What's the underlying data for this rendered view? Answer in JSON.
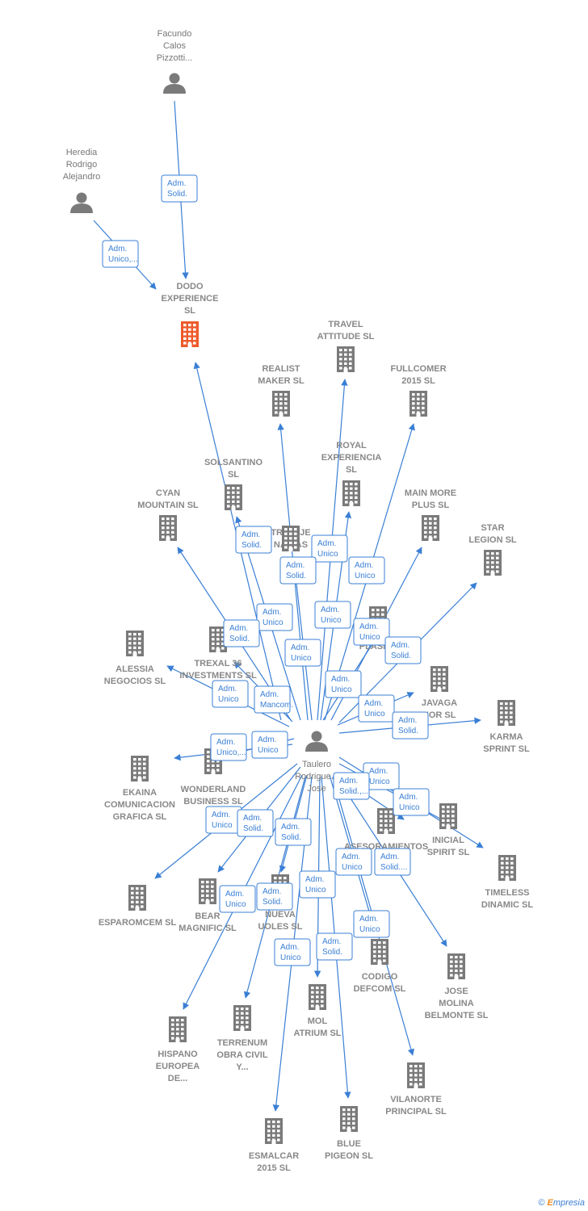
{
  "colors": {
    "edge": "#3a7fd5",
    "company": "#7a7a7a",
    "focus_company": "#ee5a2c",
    "person": "#7a7a7a"
  },
  "nodes": [
    {
      "id": "facundo",
      "kind": "person",
      "label": [
        "Facundo",
        "Calos",
        "Pizzotti..."
      ]
    },
    {
      "id": "heredia",
      "kind": "person",
      "label": [
        "Heredia",
        "Rodrigo",
        "Alejandro"
      ]
    },
    {
      "id": "dodo",
      "kind": "focus",
      "label": [
        "DODO",
        "EXPERIENCE",
        "SL"
      ]
    },
    {
      "id": "taulero",
      "kind": "person",
      "label": [
        "Taulero",
        "Rodrigue...",
        "Jose"
      ]
    },
    {
      "id": "travel",
      "kind": "company",
      "label": [
        "TRAVEL",
        "ATTITUDE  SL"
      ]
    },
    {
      "id": "realist",
      "kind": "company",
      "label": [
        "REALIST",
        "MAKER  SL"
      ]
    },
    {
      "id": "fullcomer",
      "kind": "company",
      "label": [
        "FULLCOMER",
        "2015  SL"
      ]
    },
    {
      "id": "royal",
      "kind": "company",
      "label": [
        "ROYAL",
        "EXPERIENCIA",
        "SL"
      ]
    },
    {
      "id": "solsantino",
      "kind": "company",
      "label": [
        "SOLSANTINO",
        "SL"
      ]
    },
    {
      "id": "cyan",
      "kind": "company",
      "label": [
        "CYAN",
        "MOUNTAIN  SL"
      ]
    },
    {
      "id": "mainmore",
      "kind": "company",
      "label": [
        "MAIN MORE",
        "PLUS  SL"
      ]
    },
    {
      "id": "star",
      "kind": "company",
      "label": [
        "STAR",
        "LEGION  SL"
      ]
    },
    {
      "id": "centre",
      "kind": "company",
      "label": [
        "TRE & JE",
        "NARIAS"
      ]
    },
    {
      "id": "plasma",
      "kind": "company",
      "label": [
        "PLASMA"
      ]
    },
    {
      "id": "alessia",
      "kind": "company",
      "label": [
        "ALESSIA",
        "NEGOCIOS  SL"
      ]
    },
    {
      "id": "trexal",
      "kind": "company",
      "label": [
        "TREXAL 36",
        "INVESTMENTS SL"
      ]
    },
    {
      "id": "javaga",
      "kind": "company",
      "label": [
        "JAVAGA",
        "YOR  SL"
      ]
    },
    {
      "id": "karma",
      "kind": "company",
      "label": [
        "KARMA",
        "SPRINT  SL"
      ]
    },
    {
      "id": "ekaina",
      "kind": "company",
      "label": [
        "EKAINA",
        "COMUNICACION",
        "GRAFICA  SL"
      ]
    },
    {
      "id": "wonderland",
      "kind": "company",
      "label": [
        "WONDERLAND",
        "BUSINESS  SL"
      ]
    },
    {
      "id": "inicial",
      "kind": "company",
      "label": [
        "INICIAL",
        "SPIRIT  SL"
      ]
    },
    {
      "id": "asesoramientos",
      "kind": "company",
      "label": [
        "ASESORAMIENTOS"
      ]
    },
    {
      "id": "timeless",
      "kind": "company",
      "label": [
        "TIMELESS",
        "DINAMIC  SL"
      ]
    },
    {
      "id": "esparomcem",
      "kind": "company",
      "label": [
        "ESPAROMCEM SL"
      ]
    },
    {
      "id": "bear",
      "kind": "company",
      "label": [
        "BEAR",
        "MAGNIFIC  SL"
      ]
    },
    {
      "id": "nuevaoles",
      "kind": "company",
      "label": [
        "NUEVA",
        "UOLES  SL"
      ]
    },
    {
      "id": "codigo",
      "kind": "company",
      "label": [
        "CODIGO",
        "DEFCOM  SL"
      ]
    },
    {
      "id": "josemolina",
      "kind": "company",
      "label": [
        "JOSE",
        "MOLINA",
        "BELMONTE  SL"
      ]
    },
    {
      "id": "hispano",
      "kind": "company",
      "label": [
        "HISPANO",
        "EUROPEA",
        "DE..."
      ]
    },
    {
      "id": "terrenum",
      "kind": "company",
      "label": [
        "TERRENUM",
        "OBRA CIVIL",
        "Y..."
      ]
    },
    {
      "id": "mol",
      "kind": "company",
      "label": [
        "MOL",
        "ATRIUM  SL"
      ]
    },
    {
      "id": "vilanorte",
      "kind": "company",
      "label": [
        "VILANORTE",
        "PRINCIPAL  SL"
      ]
    },
    {
      "id": "esmalcar",
      "kind": "company",
      "label": [
        "ESMALCAR",
        "2015  SL"
      ]
    },
    {
      "id": "blue",
      "kind": "company",
      "label": [
        "BLUE",
        "PIGEON  SL"
      ]
    }
  ],
  "edges": [
    {
      "from": "facundo",
      "to": "dodo",
      "label": [
        "Adm.",
        "Solid."
      ]
    },
    {
      "from": "heredia",
      "to": "dodo",
      "label": [
        "Adm.",
        "Unico,..."
      ]
    },
    {
      "from": "taulero",
      "to": "dodo",
      "label": [
        "Adm.",
        "Solid."
      ]
    },
    {
      "from": "taulero",
      "to": "travel",
      "label": [
        "Adm.",
        "Unico"
      ]
    },
    {
      "from": "taulero",
      "to": "realist",
      "label": [
        "Adm.",
        "Unico"
      ]
    },
    {
      "from": "taulero",
      "to": "fullcomer",
      "label": [
        "Adm.",
        "Unico"
      ]
    },
    {
      "from": "taulero",
      "to": "royal",
      "label": [
        "Adm.",
        "Unico"
      ]
    },
    {
      "from": "taulero",
      "to": "solsantino",
      "label": [
        "Adm.",
        "Solid."
      ]
    },
    {
      "from": "taulero",
      "to": "cyan",
      "label": [
        "Adm.",
        "Solid."
      ]
    },
    {
      "from": "taulero",
      "to": "mainmore",
      "label": [
        "Adm.",
        "Unico"
      ]
    },
    {
      "from": "taulero",
      "to": "star",
      "label": [
        "Adm.",
        "Solid."
      ]
    },
    {
      "from": "taulero",
      "to": "centre",
      "label": [
        "Adm.",
        "Unico"
      ]
    },
    {
      "from": "taulero",
      "to": "plasma",
      "label": [
        "Adm.",
        "Unico"
      ]
    },
    {
      "from": "taulero",
      "to": "alessia",
      "label": [
        "Adm.",
        "Unico"
      ]
    },
    {
      "from": "taulero",
      "to": "trexal",
      "label": [
        "Adm.",
        "Mancom."
      ]
    },
    {
      "from": "taulero",
      "to": "javaga",
      "label": [
        "Adm.",
        "Unico"
      ]
    },
    {
      "from": "taulero",
      "to": "karma",
      "label": [
        "Adm.",
        "Solid."
      ]
    },
    {
      "from": "taulero",
      "to": "ekaina",
      "label": [
        "Adm.",
        "Unico,..."
      ]
    },
    {
      "from": "taulero",
      "to": "wonderland",
      "label": [
        "Adm.",
        "Unico"
      ]
    },
    {
      "from": "taulero",
      "to": "inicial",
      "label": [
        "Adm.",
        "Unico"
      ]
    },
    {
      "from": "taulero",
      "to": "timeless",
      "label": [
        "Adm.",
        "Unico"
      ]
    },
    {
      "from": "taulero",
      "to": "asesoramientos",
      "label": [
        "Adm.",
        "Solid.,..."
      ]
    },
    {
      "from": "taulero",
      "to": "esparomcem",
      "label": [
        "Adm.",
        "Unico"
      ]
    },
    {
      "from": "taulero",
      "to": "bear",
      "label": [
        "Adm.",
        "Solid."
      ]
    },
    {
      "from": "taulero",
      "to": "nuevaoles",
      "label": [
        "Adm.",
        "Solid."
      ]
    },
    {
      "from": "taulero",
      "to": "codigo",
      "label": [
        "Adm.",
        "Unico"
      ]
    },
    {
      "from": "taulero",
      "to": "josemolina",
      "label": [
        "Adm.",
        "Solid...."
      ]
    },
    {
      "from": "taulero",
      "to": "hispano",
      "label": [
        "Adm.",
        "Unico"
      ]
    },
    {
      "from": "taulero",
      "to": "terrenum",
      "label": [
        "Adm.",
        "Solid."
      ]
    },
    {
      "from": "taulero",
      "to": "mol",
      "label": [
        "Adm.",
        "Unico"
      ]
    },
    {
      "from": "taulero",
      "to": "vilanorte",
      "label": [
        "Adm.",
        "Unico"
      ]
    },
    {
      "from": "taulero",
      "to": "esmalcar",
      "label": [
        "Adm.",
        "Unico"
      ]
    },
    {
      "from": "taulero",
      "to": "blue",
      "label": [
        "Adm.",
        "Solid."
      ]
    }
  ],
  "footer": {
    "copyright": "©",
    "brand_e": "E",
    "brand_rest": "mpresia"
  }
}
